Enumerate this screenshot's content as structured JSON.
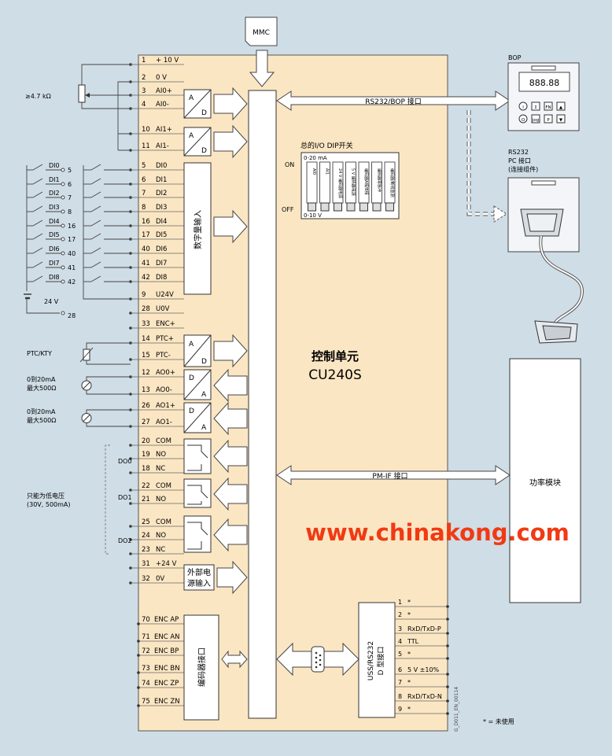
{
  "mmc_label": "MMC",
  "control_unit": {
    "title": "控制单元",
    "model": "CU240S"
  },
  "terminals_top": [
    {
      "num": "1",
      "label": "+ 10 V"
    },
    {
      "num": "2",
      "label": "0 V"
    },
    {
      "num": "3",
      "label": "AI0+"
    },
    {
      "num": "4",
      "label": "AI0-"
    },
    {
      "num": "10",
      "label": "AI1+"
    },
    {
      "num": "11",
      "label": "AI1-"
    },
    {
      "num": "5",
      "label": "DI0"
    },
    {
      "num": "6",
      "label": "DI1"
    },
    {
      "num": "7",
      "label": "DI2"
    },
    {
      "num": "8",
      "label": "DI3"
    },
    {
      "num": "16",
      "label": "DI4"
    },
    {
      "num": "17",
      "label": "DI5"
    },
    {
      "num": "40",
      "label": "DI6"
    },
    {
      "num": "41",
      "label": "DI7"
    },
    {
      "num": "42",
      "label": "DI8"
    },
    {
      "num": "9",
      "label": "U24V"
    },
    {
      "num": "28",
      "label": "U0V"
    },
    {
      "num": "33",
      "label": "ENC+"
    },
    {
      "num": "14",
      "label": "PTC+"
    },
    {
      "num": "15",
      "label": "PTC-"
    },
    {
      "num": "12",
      "label": "AO0+"
    },
    {
      "num": "13",
      "label": "AO0-"
    },
    {
      "num": "26",
      "label": "AO1+"
    },
    {
      "num": "27",
      "label": "AO1-"
    },
    {
      "num": "20",
      "label": "COM"
    },
    {
      "num": "19",
      "label": "NO"
    },
    {
      "num": "18",
      "label": "NC"
    },
    {
      "num": "22",
      "label": "COM"
    },
    {
      "num": "21",
      "label": "NO"
    },
    {
      "num": "25",
      "label": "COM"
    },
    {
      "num": "24",
      "label": "NO"
    },
    {
      "num": "23",
      "label": "NC"
    },
    {
      "num": "31",
      "label": "+24 V"
    },
    {
      "num": "32",
      "label": "0V"
    }
  ],
  "encoder_terminals": [
    {
      "num": "70",
      "label": "ENC AP"
    },
    {
      "num": "71",
      "label": "ENC AN"
    },
    {
      "num": "72",
      "label": "ENC BP"
    },
    {
      "num": "73",
      "label": "ENC BN"
    },
    {
      "num": "74",
      "label": "ENC ZP"
    },
    {
      "num": "75",
      "label": "ENC ZN"
    }
  ],
  "dsub_pins": [
    {
      "num": "1",
      "label": "*"
    },
    {
      "num": "2",
      "label": "*"
    },
    {
      "num": "3",
      "label": "RxD/TxD-P"
    },
    {
      "num": "4",
      "label": "TTL"
    },
    {
      "num": "5",
      "label": "*"
    },
    {
      "num": "6",
      "label": "5 V ±10%"
    },
    {
      "num": "7",
      "label": "*"
    },
    {
      "num": "8",
      "label": "RxD/TxD-N"
    },
    {
      "num": "9",
      "label": "*"
    }
  ],
  "digital_inputs_external": [
    {
      "name": "DI0",
      "pin": "5"
    },
    {
      "name": "DI1",
      "pin": "6"
    },
    {
      "name": "DI2",
      "pin": "7"
    },
    {
      "name": "DI3",
      "pin": "8"
    },
    {
      "name": "DI4",
      "pin": "16"
    },
    {
      "name": "DI5",
      "pin": "17"
    },
    {
      "name": "DI6",
      "pin": "40"
    },
    {
      "name": "DI7",
      "pin": "41"
    },
    {
      "name": "DI8",
      "pin": "42"
    }
  ],
  "left_labels": {
    "resistor": "≥4.7 kΩ",
    "v24": "24 V",
    "pin28": "28",
    "ptc": "PTC/KTY",
    "ao0_range": "0到20mA",
    "ao0_max": "最大500Ω",
    "ao1_range": "0到20mA",
    "ao1_max": "最大500Ω",
    "do0": "DO0",
    "do1": "DO1",
    "do2": "DO2",
    "relay_note_1": "只能为低电压",
    "relay_note_2": "(30V, 500mA)"
  },
  "converter_letters": {
    "a": "A",
    "d": "D"
  },
  "digital_input_block": "数字量输入",
  "external_supply": [
    "外部电",
    "源输入"
  ],
  "encoder_interface": "编码器接口",
  "dsub_block": [
    "USS/RS232",
    "D 型接口"
  ],
  "dip": {
    "title": "总的I/O  DIP开关",
    "on": "ON",
    "off": "OFF",
    "top_range": "0-20 mA",
    "bottom_range": "0-10 V",
    "switches": [
      "AI0",
      "AI1",
      "24 V 编码器电源",
      "5 V 编码器电源",
      "编码器A相/B相",
      "编码器零脉冲",
      "编码器/断线监测"
    ]
  },
  "bus_links": {
    "rs232_bop": "RS232/BOP  接口",
    "pm_if": "PM-IF 接口"
  },
  "bop": {
    "title": "BOP",
    "display": "888.88",
    "keys": [
      "I",
      "↕",
      "FN",
      "▲",
      "O",
      "jog",
      "P",
      "▼"
    ]
  },
  "rs232_pc": [
    "RS232",
    "PC  接口",
    "(连接组件)"
  ],
  "power_module": "功率模块",
  "watermark": "www.chinakong.com",
  "footnote": "* = 未使用",
  "doc_id": "G_D011_EN_00114",
  "colors": {
    "background": "#cfdde6",
    "unit_fill": "#fbe6c3",
    "watermark": "#f03a14"
  }
}
